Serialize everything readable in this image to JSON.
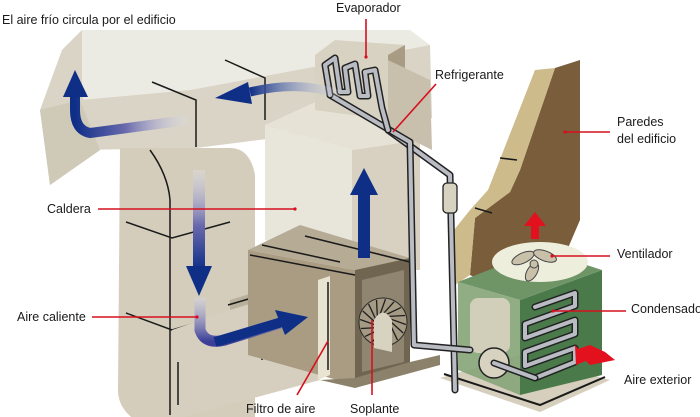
{
  "diagram": {
    "title": "Sistema de aire acondicionado",
    "labels": {
      "cold_air": "El aire frío circula por el edificio",
      "evaporator": "Evaporador",
      "refrigerant": "Refrigerante",
      "walls_line1": "Paredes",
      "walls_line2": "del edificio",
      "furnace": "Caldera",
      "fan": "Ventilador",
      "hot_air": "Aire caliente",
      "condenser": "Condensador",
      "outside_air": "Aire exterior",
      "air_filter": "Filtro de aire",
      "blower": "Soplante"
    },
    "colors": {
      "duct_light": "#e9e8df",
      "duct_mid": "#d6d0c0",
      "duct_dark": "#bdb4a0",
      "airflow_blue": "#0f2f87",
      "leader_red": "#d6101e",
      "wall_face": "#7a5d3b",
      "wall_edge": "#cdbb8c",
      "condenser_green": "#4a7a4a",
      "condenser_light": "#88a67a",
      "hot_arrow_red": "#e3101e"
    }
  }
}
